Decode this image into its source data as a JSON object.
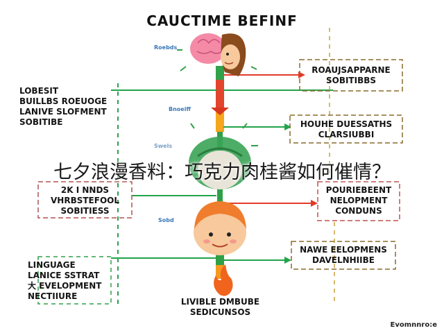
{
  "diagram": {
    "title": "CAUCTIME BEFINF",
    "small_labels": [
      "Roebds",
      "Bnoeiff",
      "Swels",
      "Sobd"
    ],
    "left_boxes": [
      "LOBESIT\nBUILLBS ROEUOGE\nLANIVE SLOFMENT\nSOBITIBE",
      "2K I NNDS\nVHRBSTEFOOL\nSOBITIESS",
      "LINGUAGE\nLANICE SSTRAT\n大 EVELOPMENT\nNECTIIURE"
    ],
    "right_boxes": [
      "ROAUJSAPPARNE\nSOBITIBBS",
      "HOUHE DUESSATHS\nCLARSIUBBI",
      "POURIEBEENT\nNELOPMENT\nCONDUNS",
      "NAWE EELOPMENS\nDAVELNHIIBE"
    ],
    "bottom_box": "LIVIBLE DMBUBE\nSEDICUNSOS",
    "credit": "Evomnnro:e",
    "colors": {
      "green_line": "#22a34a",
      "red_line": "#e23a2a",
      "box_border_dark": "#333333",
      "box_border_red": "#d06060",
      "flame": "#f0641e"
    }
  },
  "overlay_text": "七夕浪漫香料：巧克力肉桂酱如何催情？"
}
